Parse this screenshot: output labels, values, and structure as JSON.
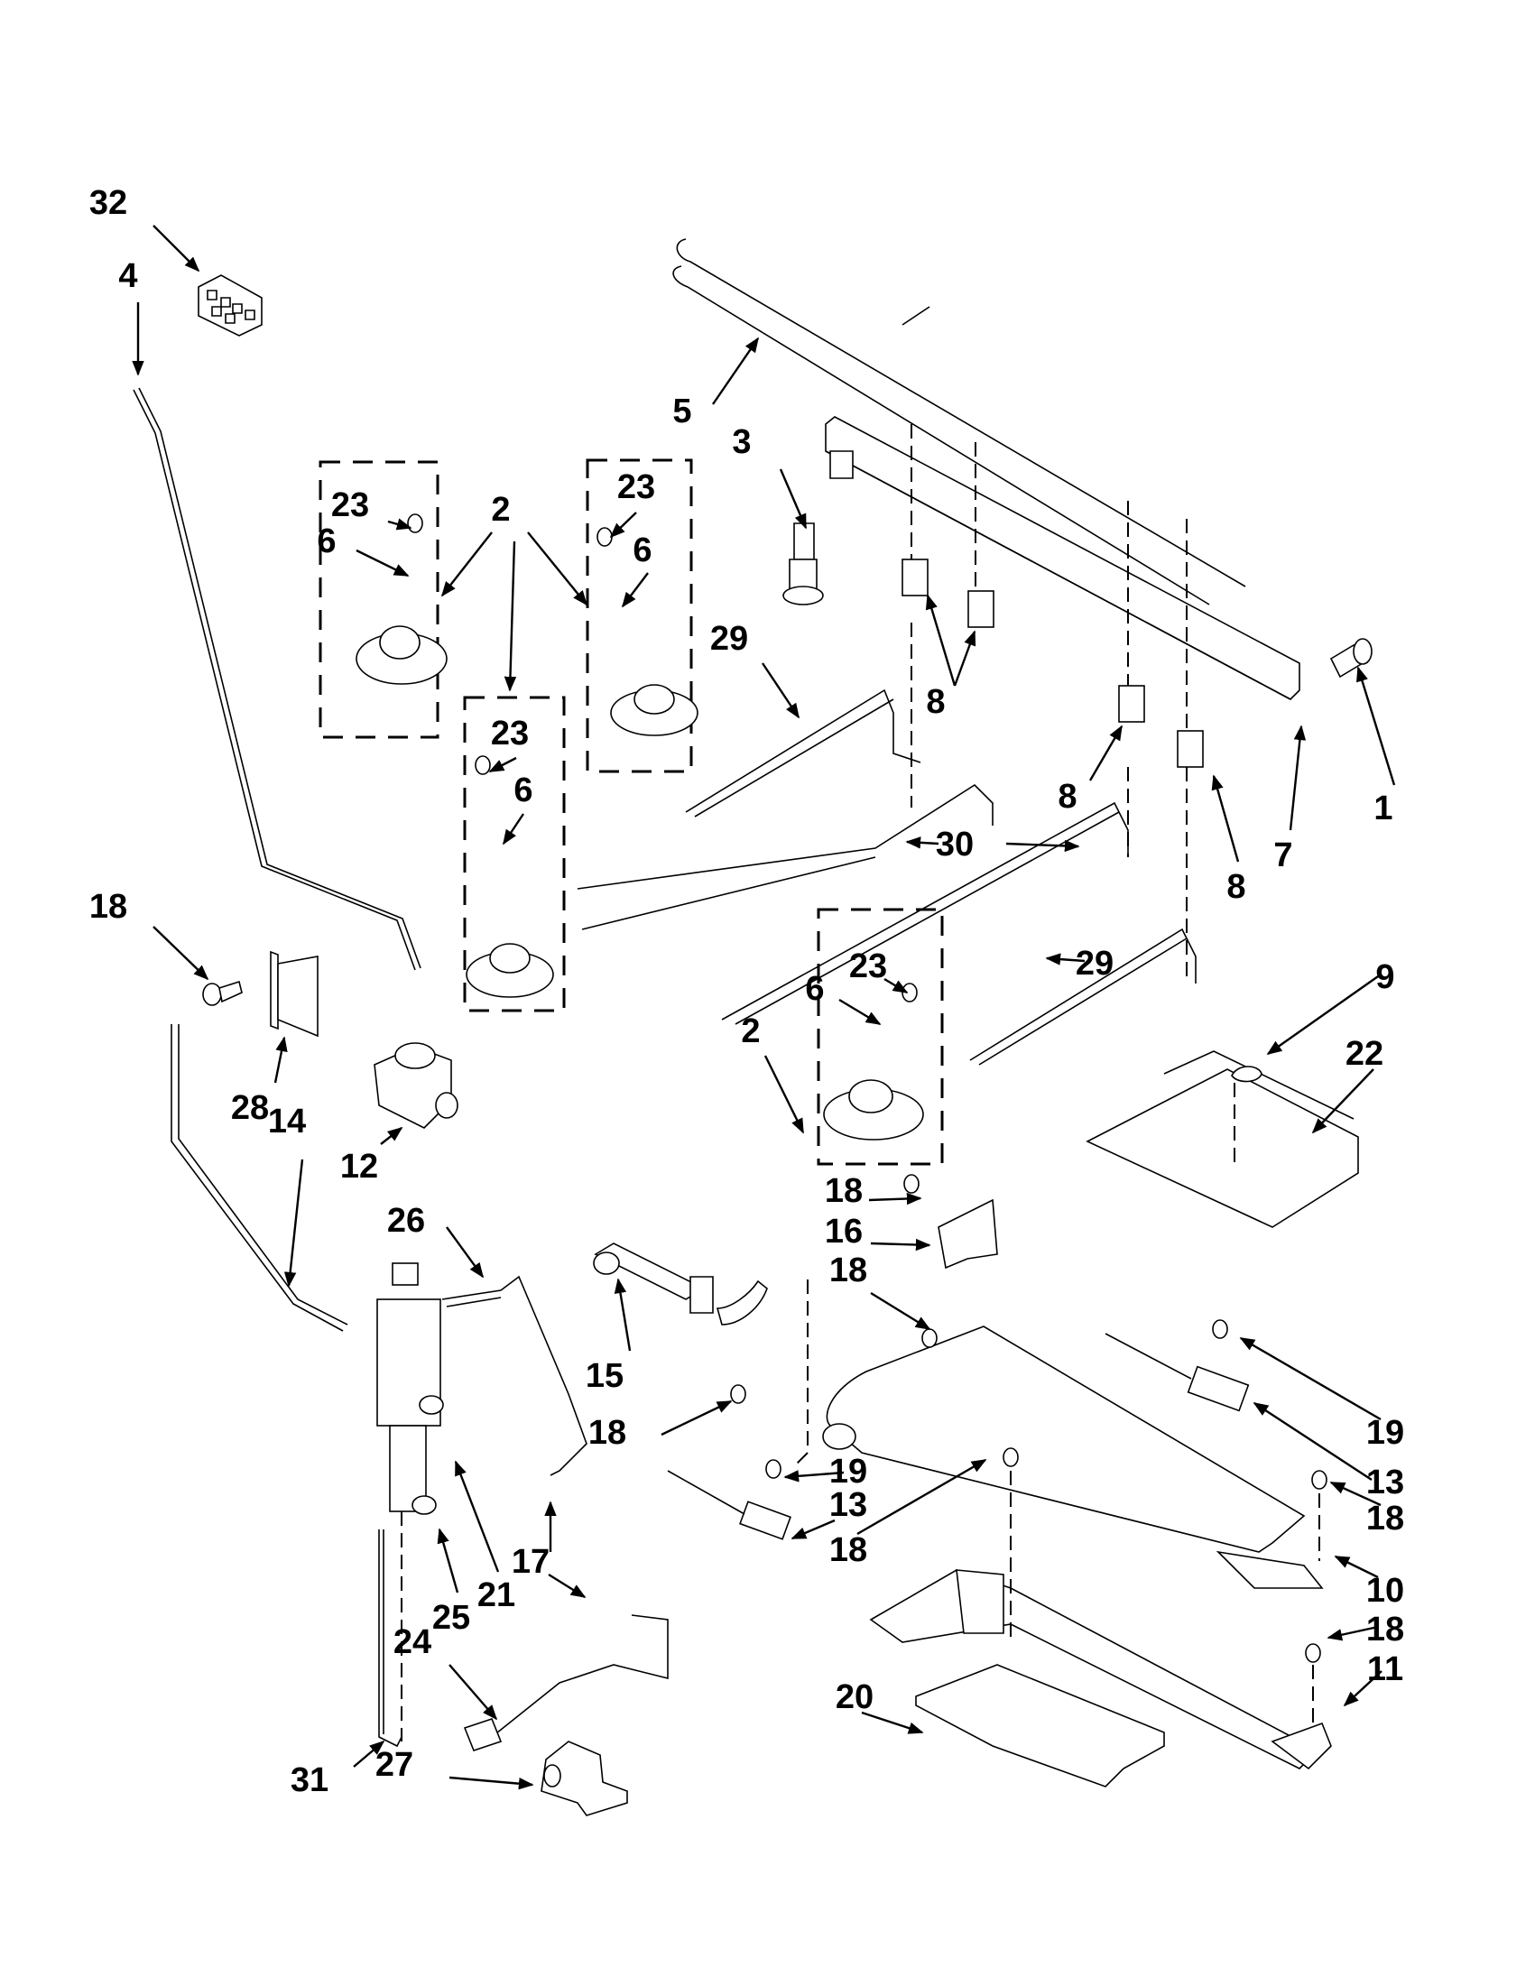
{
  "diagram": {
    "type": "exploded-parts-diagram",
    "subject": "gas range burner, valve and manifold assembly",
    "callouts": [
      {
        "id": "c32",
        "label": "32",
        "points_to": "terminal block"
      },
      {
        "id": "c4",
        "label": "4",
        "points_to": "gas tube (left, long)"
      },
      {
        "id": "c5",
        "label": "5",
        "points_to": "valve harness / wire rail"
      },
      {
        "id": "c3",
        "label": "3",
        "points_to": "manifold shutoff valve"
      },
      {
        "id": "c1",
        "label": "1",
        "points_to": "screw"
      },
      {
        "id": "c7",
        "label": "7",
        "points_to": "gas manifold"
      },
      {
        "id": "c8a",
        "label": "8",
        "points_to": "burner valves (two, upper left)"
      },
      {
        "id": "c8b",
        "label": "8",
        "points_to": "burner valve (center right)"
      },
      {
        "id": "c8c",
        "label": "8",
        "points_to": "burner valve (far right)"
      },
      {
        "id": "c2a",
        "label": "2",
        "points_to": "surface burner assemblies (top group)"
      },
      {
        "id": "c2b",
        "label": "2",
        "points_to": "surface burner assembly (lower right)"
      },
      {
        "id": "c23a",
        "label": "23",
        "points_to": "screw (left burner)"
      },
      {
        "id": "c6a",
        "label": "6",
        "points_to": "spark electrode (left burner)"
      },
      {
        "id": "c23b",
        "label": "23",
        "points_to": "screw (right burner)"
      },
      {
        "id": "c6b",
        "label": "6",
        "points_to": "spark electrode (right burner)"
      },
      {
        "id": "c23c",
        "label": "23",
        "points_to": "screw (center burner)"
      },
      {
        "id": "c6c",
        "label": "6",
        "points_to": "spark electrode (center burner)"
      },
      {
        "id": "c23d",
        "label": "23",
        "points_to": "screw (lower burner)"
      },
      {
        "id": "c6d",
        "label": "6",
        "points_to": "spark electrode (lower burner)"
      },
      {
        "id": "c29a",
        "label": "29",
        "points_to": "burner gas tube (upper)"
      },
      {
        "id": "c30",
        "label": "30",
        "points_to": "burner gas tubes (two)"
      },
      {
        "id": "c29b",
        "label": "29",
        "points_to": "burner gas tube (lower)"
      },
      {
        "id": "c9",
        "label": "9",
        "points_to": "wing nut"
      },
      {
        "id": "c22",
        "label": "22",
        "points_to": "broil burner baffle"
      },
      {
        "id": "c18a",
        "label": "18",
        "points_to": "screw (bracket)"
      },
      {
        "id": "c28",
        "label": "28",
        "points_to": "mounting bracket"
      },
      {
        "id": "c14",
        "label": "14",
        "points_to": "gas tube (regulator to valve)"
      },
      {
        "id": "c12",
        "label": "12",
        "points_to": "pressure regulator"
      },
      {
        "id": "c26",
        "label": "26",
        "points_to": "gas tube (valve outlet)"
      },
      {
        "id": "c18b",
        "label": "18",
        "points_to": "screw (shield)"
      },
      {
        "id": "c16",
        "label": "16",
        "points_to": "shield plate"
      },
      {
        "id": "c18c",
        "label": "18",
        "points_to": "screw (broil burner)"
      },
      {
        "id": "c15",
        "label": "15",
        "points_to": "orifice tube"
      },
      {
        "id": "c18d",
        "label": "18",
        "points_to": "screw (orifice bracket)"
      },
      {
        "id": "c19a",
        "label": "19",
        "points_to": "screw (igniter, right)"
      },
      {
        "id": "c13a",
        "label": "13",
        "points_to": "igniter (right)"
      },
      {
        "id": "c18e",
        "label": "18",
        "points_to": "screw (broil burner tip)"
      },
      {
        "id": "c10",
        "label": "10",
        "points_to": "broil burner"
      },
      {
        "id": "c19b",
        "label": "19",
        "points_to": "screw (igniter, center)"
      },
      {
        "id": "c13b",
        "label": "13",
        "points_to": "igniter (center)"
      },
      {
        "id": "c18f",
        "label": "18",
        "points_to": "screw (bake burner bracket)"
      },
      {
        "id": "c18g",
        "label": "18",
        "points_to": "screw (bake burner tip)"
      },
      {
        "id": "c11",
        "label": "11",
        "points_to": "bake burner"
      },
      {
        "id": "c20",
        "label": "20",
        "points_to": "bake burner baffle"
      },
      {
        "id": "c17",
        "label": "17",
        "points_to": "fittings (two)"
      },
      {
        "id": "c21",
        "label": "21",
        "points_to": "oven gas valve"
      },
      {
        "id": "c25",
        "label": "25",
        "points_to": "valve outlet fitting"
      },
      {
        "id": "c24",
        "label": "24",
        "points_to": "gas tube (bake)"
      },
      {
        "id": "c31",
        "label": "31",
        "points_to": "gas tube (vertical)"
      },
      {
        "id": "c27",
        "label": "27",
        "points_to": "tube clamp"
      }
    ]
  }
}
